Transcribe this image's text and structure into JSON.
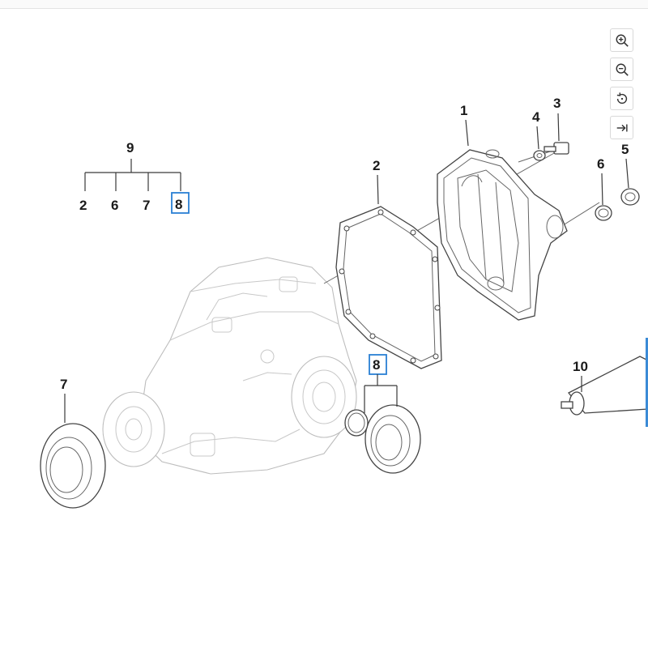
{
  "toolbar": {
    "zoom_in": "zoom-in-icon",
    "zoom_out": "zoom-out-icon",
    "reset": "rotate-icon",
    "collapse": "arrow-to-right-icon"
  },
  "callouts": {
    "c1": "1",
    "c2_cover": "2",
    "c3": "3",
    "c4": "4",
    "c5": "5",
    "c6_right": "6",
    "c7_seal": "7",
    "c8_flange": "8",
    "c9": "9",
    "c10": "10",
    "kit_items": [
      "2",
      "6",
      "7",
      "8"
    ]
  },
  "colors": {
    "highlight": "#2a7fd4"
  }
}
